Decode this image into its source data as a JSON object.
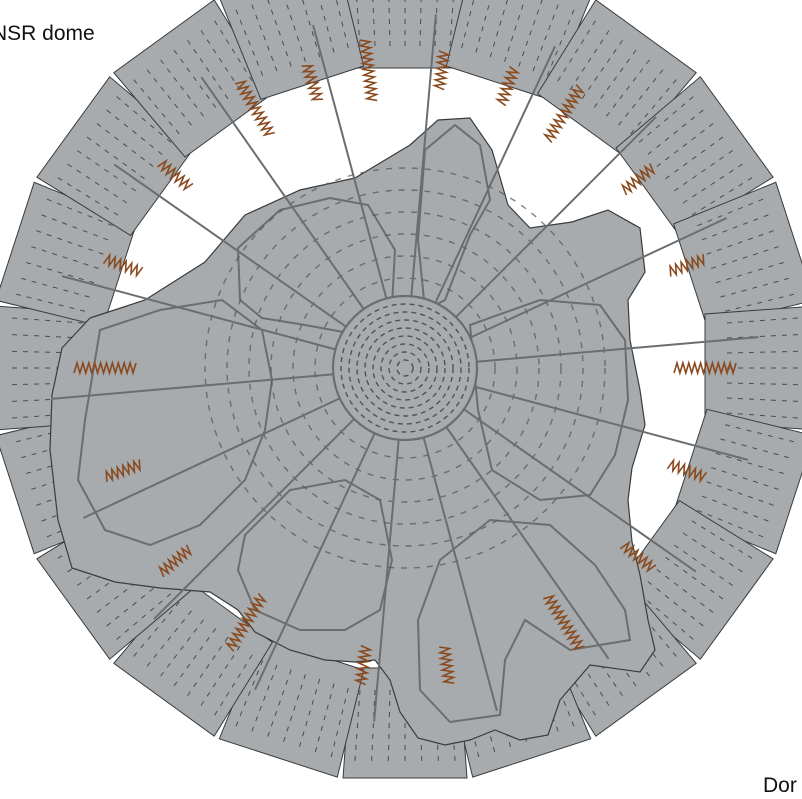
{
  "labels": {
    "top_left": "NSR dome",
    "bottom_right": "Dor"
  },
  "diagram": {
    "panel_count": 20,
    "ray_count": 18,
    "ring_count": 8,
    "colors": {
      "background": "#ffffff",
      "panel_fill": "#a7abae",
      "panel_stroke": "#3b3b3b",
      "line": "#6b6e71",
      "spring": "#8a4a1e",
      "text": "#111111"
    }
  }
}
